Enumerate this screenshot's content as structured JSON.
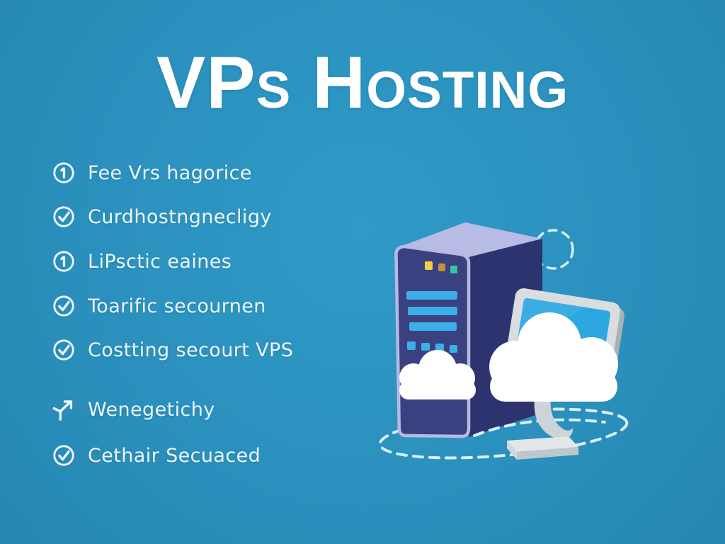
{
  "page": {
    "background_color": "#2b90bd",
    "text_color": "#eef7fb"
  },
  "title": {
    "text": "VPs Hosting",
    "color": "#ffffff"
  },
  "features": {
    "items": [
      {
        "icon": "info-circle-icon",
        "label": "Fee Vrs hagorice"
      },
      {
        "icon": "check-circle-icon",
        "label": "Curdhostngnecligy"
      },
      {
        "icon": "info-circle-icon",
        "label": "LiPsctic eaines"
      },
      {
        "icon": "check-circle-icon",
        "label": "Toarific secournen"
      },
      {
        "icon": "check-circle-icon",
        "label": "Costting secourt VPS"
      },
      {
        "icon": "branch-arrow-icon",
        "label": "Wenegetichy"
      },
      {
        "icon": "check-circle-icon",
        "label": "Cethair Secuaced"
      }
    ]
  },
  "illustration": {
    "description": "flat-style server tower with status LEDs and drive bars, two white clouds, desktop monitor showing a cloud, dashed orbit lines",
    "colors": {
      "server_front": "#3a4080",
      "server_side": "#2d336e",
      "server_top": "#b8bbe4",
      "server_border": "#b6bae2",
      "led_yellow": "#f4d03f",
      "led_amber": "#bd9334",
      "led_teal": "#35c79c",
      "drive_bar_blue": "#3caee8",
      "monitor_frame": "#d9dde0",
      "monitor_edge": "#a9b1b7",
      "screen_blue": "#2ba7e1",
      "stand_gray": "#cdd4d9",
      "cloud_white": "#ffffff",
      "dashed_line": "#d8eff9"
    }
  }
}
